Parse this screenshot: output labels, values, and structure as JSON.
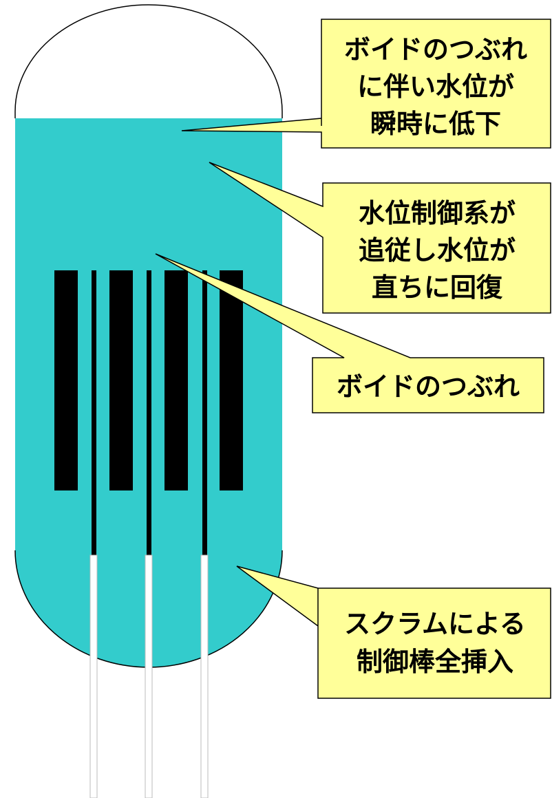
{
  "colors": {
    "water": "#33cccc",
    "callout_fill": "#ffff99",
    "rod": "#000000",
    "outline": "#000000",
    "background": "#ffffff"
  },
  "callouts": {
    "level_drop": [
      "ボイドのつぶれ",
      "に伴い水位が",
      "瞬時に低下"
    ],
    "level_recovery": [
      "水位制御系が",
      "追従し水位が",
      "直ちに回復"
    ],
    "void_collapse": [
      "ボイドのつぶれ"
    ],
    "scram": [
      "スクラムによる",
      "制御棒全挿入"
    ]
  }
}
